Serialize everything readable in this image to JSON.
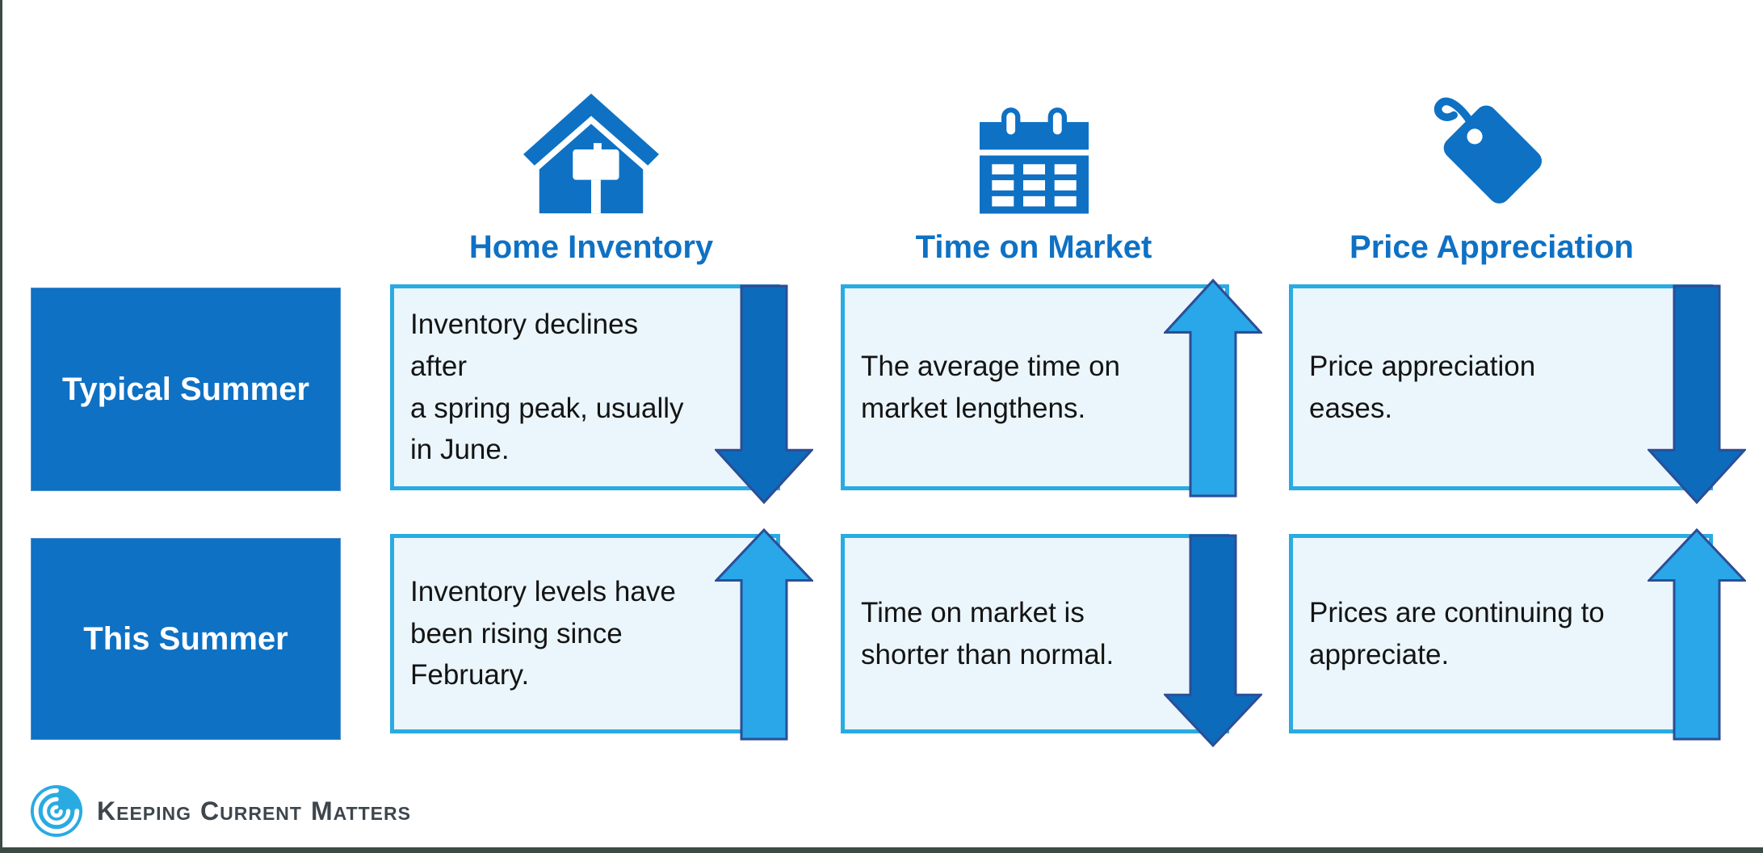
{
  "columns": [
    {
      "id": "home-inventory",
      "icon": "house-icon",
      "label": "Home Inventory"
    },
    {
      "id": "time-on-market",
      "icon": "calendar-icon",
      "label": "Time on Market"
    },
    {
      "id": "price-appreciation",
      "icon": "price-tag-icon",
      "label": "Price Appreciation"
    }
  ],
  "rows": [
    {
      "label": "Typical Summer",
      "cells": [
        {
          "column": "home-inventory",
          "text": "Inventory declines after a spring peak, usually in June.",
          "lines": [
            "Inventory declines after",
            "a spring peak, usually",
            "in June."
          ],
          "trend": "down"
        },
        {
          "column": "time-on-market",
          "text": "The average time on market lengthens.",
          "lines": [
            "The average time on",
            "market lengthens."
          ],
          "trend": "up"
        },
        {
          "column": "price-appreciation",
          "text": "Price appreciation eases.",
          "lines": [
            "Price appreciation",
            "eases."
          ],
          "trend": "down"
        }
      ]
    },
    {
      "label": "This Summer",
      "cells": [
        {
          "column": "home-inventory",
          "text": "Inventory levels have been rising since February.",
          "lines": [
            "Inventory levels have",
            "been rising since",
            "February."
          ],
          "trend": "up"
        },
        {
          "column": "time-on-market",
          "text": "Time on market is shorter than normal.",
          "lines": [
            "Time on market is",
            "shorter than normal."
          ],
          "trend": "down"
        },
        {
          "column": "price-appreciation",
          "text": "Prices are continuing to appreciate.",
          "lines": [
            "Prices are continuing to",
            "appreciate."
          ],
          "trend": "up"
        }
      ]
    }
  ],
  "footer": {
    "brand": "Keeping Current Matters",
    "brand_words": [
      {
        "initial": "K",
        "rest": "EEPING"
      },
      {
        "initial": "C",
        "rest": "URRENT"
      },
      {
        "initial": "M",
        "rest": "ATTERS"
      }
    ]
  },
  "colors": {
    "brand_blue": "#0E71C4",
    "cyan_border": "#29ABE2",
    "cell_bg": "#EBF6FC",
    "down_arrow_fill": "#0C6BBB",
    "up_arrow_fill": "#29A7E8",
    "arrow_outline": "#2C4E96",
    "text_dark": "#141414",
    "logo_text": "#3E464D",
    "edge_bar": "#3C4B43"
  }
}
